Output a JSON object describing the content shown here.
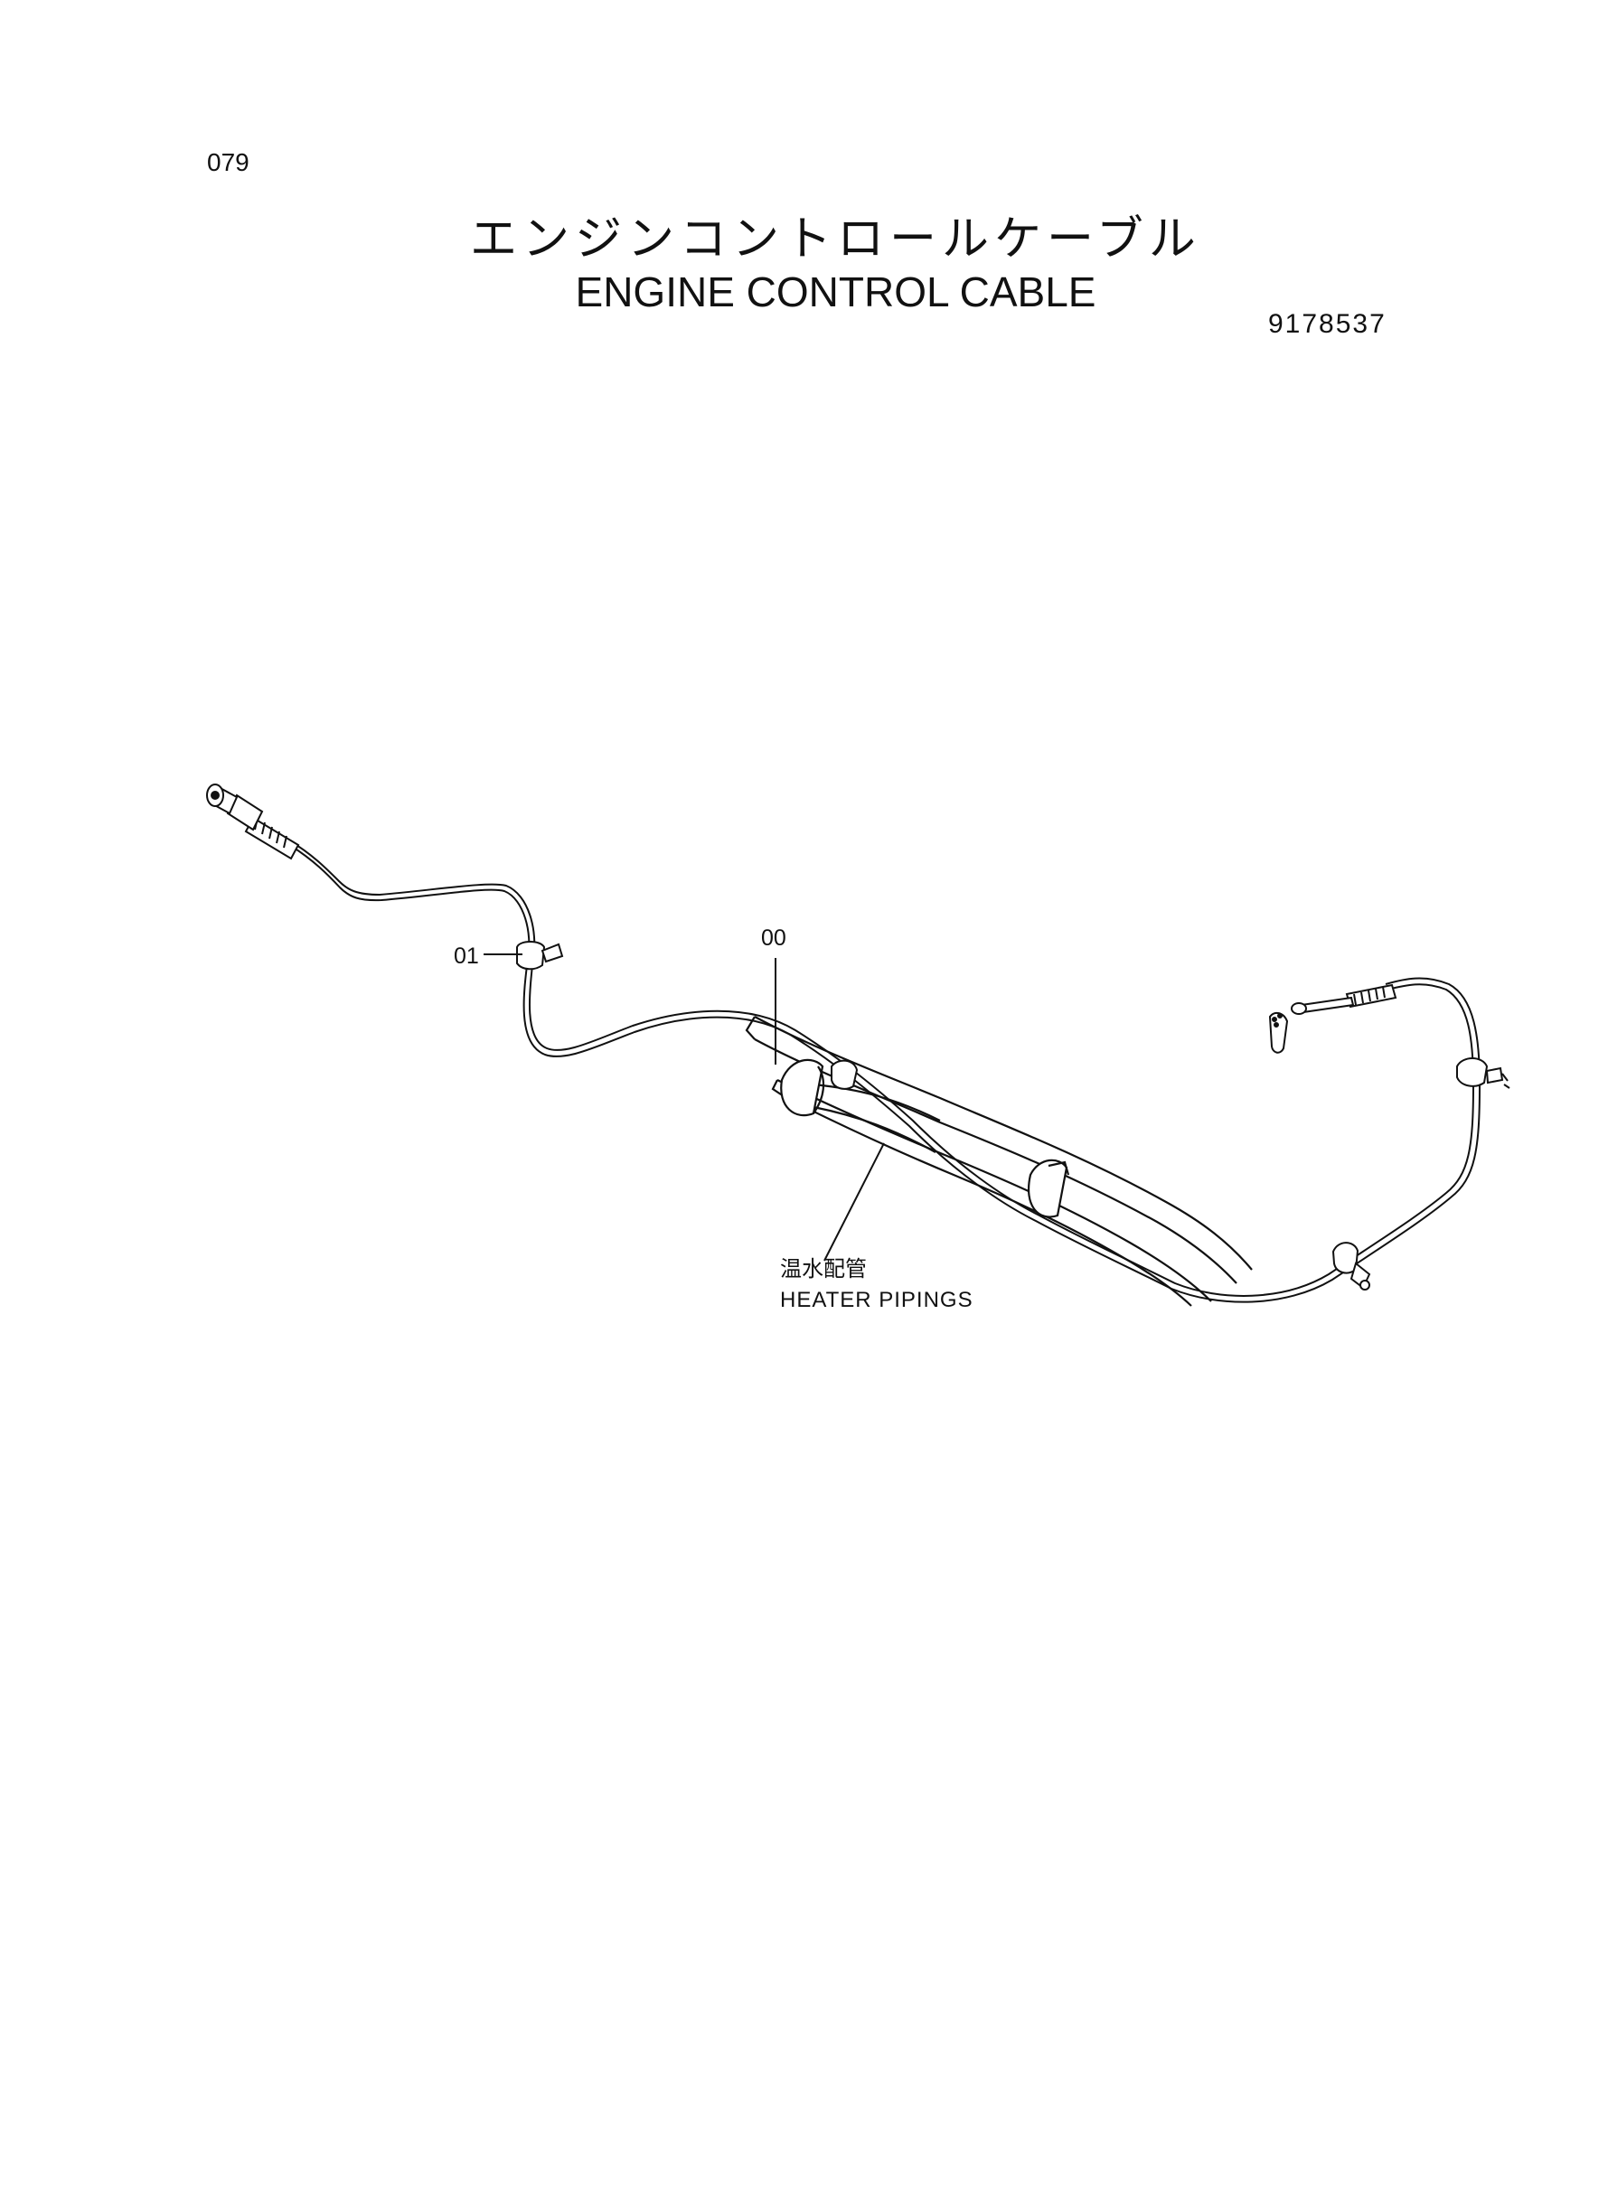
{
  "page_number": "079",
  "title_jp": "エンジンコントロールケーブル",
  "title_en": "ENGINE CONTROL CABLE",
  "drawing_number": "9178537",
  "callouts": {
    "clamp": "01",
    "cable": "00"
  },
  "heater_label": {
    "jp": "温水配管",
    "en": "HEATER PIPINGS"
  }
}
